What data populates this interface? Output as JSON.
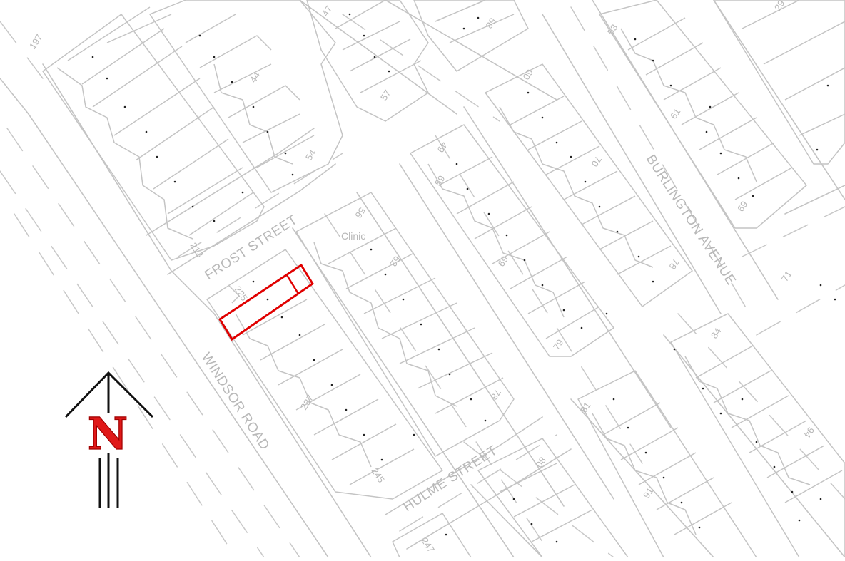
{
  "map": {
    "streets": {
      "frost": "FROST STREET",
      "windsor": "WINDSOR ROAD",
      "hulme": "HULME STREET",
      "burlington": "BURLINGTON AVENUE"
    },
    "poi": {
      "clinic": "Clinic"
    },
    "house_numbers": {
      "n197": "197",
      "n47": "47",
      "n58": "58",
      "n53": "53",
      "n44": "44",
      "n57": "57",
      "n60": "60",
      "n61": "61",
      "n54": "54",
      "n49": "49",
      "n59": "59",
      "n70": "70",
      "n69a": "69",
      "n213": "213",
      "n56": "56",
      "n62": "62",
      "n69b": "69",
      "n78a": "78",
      "n71": "71",
      "n225": "225",
      "n79": "79",
      "n84": "84",
      "n237": "237",
      "n78b": "78",
      "n81": "81",
      "n94": "94",
      "n80": "80",
      "n245": "245",
      "n91": "91",
      "n247": "247",
      "n29": "29"
    },
    "north_arrow": {
      "letter": "N"
    },
    "highlight_color": "#e00000",
    "line_color": "#c4c4c4"
  }
}
